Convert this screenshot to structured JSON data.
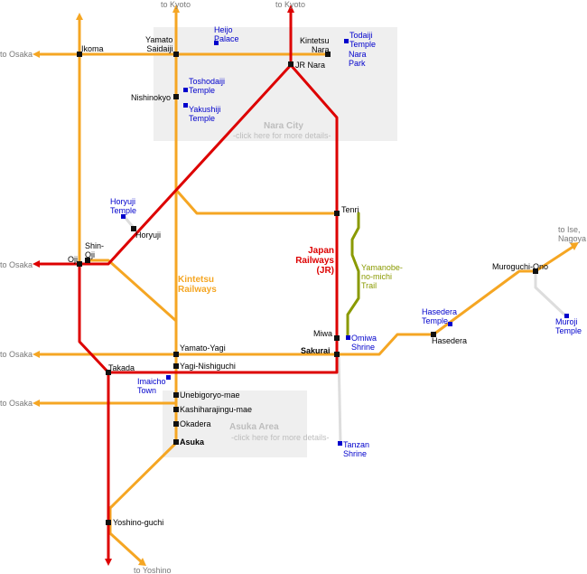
{
  "areas": {
    "nara": {
      "title": "Nara City",
      "subtitle": "-click here for more details-"
    },
    "asuka": {
      "title": "Asuka Area",
      "subtitle": "-click here for\nmore details-"
    }
  },
  "directions": {
    "kyoto_1": "to Kyoto",
    "kyoto_2": "to Kyoto",
    "osaka_1": "to Osaka",
    "osaka_2": "to Osaka",
    "osaka_3": "to Osaka",
    "osaka_4": "to Osaka",
    "ise": "to Ise,\nNagoya",
    "yoshino": "to Yoshino"
  },
  "stations": {
    "ikoma": "Ikoma",
    "yamato_saidaiji": "Yamato\nSaidaiji",
    "kintetsu_nara": "Kintetsu\nNara",
    "jr_nara": "JR Nara",
    "nishinokyo": "Nishinokyo",
    "tenri": "Tenri",
    "horyuji": "Horyuji",
    "shin_oji": "Shin-\nOji",
    "oji": "Oji",
    "miwa": "Miwa",
    "sakurai": "Sakurai",
    "yamato_yagi": "Yamato-Yagi",
    "takada": "Takada",
    "yagi_nishiguchi": "Yagi-Nishiguchi",
    "unebigoryo_mae": "Unebigoryo-mae",
    "kashiharajingu_mae": "Kashiharajingu-mae",
    "okadera": "Okadera",
    "asuka": "Asuka",
    "yoshino_guchi": "Yoshino-guchi",
    "hasedera": "Hasedera",
    "muroguchi_ono": "Muroguchi-Ono"
  },
  "landmarks": {
    "heijo_palace": "Heijo\nPalace",
    "todaiji_temple": "Todaiji\nTemple",
    "nara_park": "Nara\nPark",
    "toshodaiji_temple": "Toshodaiji\nTemple",
    "yakushiji_temple": "Yakushiji\nTemple",
    "horyuji_temple": "Horyuji\nTemple",
    "omiwa_shrine": "Omiwa\nShrine",
    "hasedera_temple": "Hasedera\nTemple",
    "muroji_temple": "Muroji\nTemple",
    "imaicho_town": "Imaicho\nTown",
    "tanzan_shrine": "Tanzan\nShrine"
  },
  "lines": {
    "jr": "Japan\nRailways\n(JR)",
    "kintetsu": "Kintetsu\nRailways",
    "trail": "Yamanobe-\nno-michi\nTrail"
  },
  "colors": {
    "kintetsu": "#f5a623",
    "jr": "#dd0000",
    "trail": "#8a9a00",
    "landmark": "#0000cc",
    "walk": "#dddddd"
  }
}
